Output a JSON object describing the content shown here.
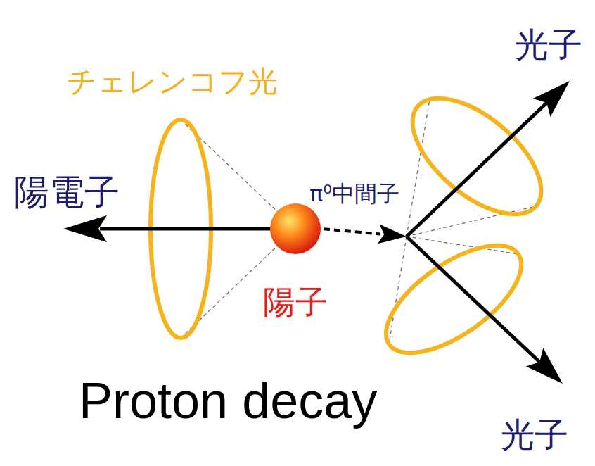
{
  "diagram": {
    "caption": "Proton decay",
    "nodes": [
      {
        "text": [
          "陽子"
        ]
      }
    ],
    "labels": [
      "チェレンコフ光",
      "陽電子",
      "π⁰中間子",
      "光子",
      "光子"
    ]
  }
}
